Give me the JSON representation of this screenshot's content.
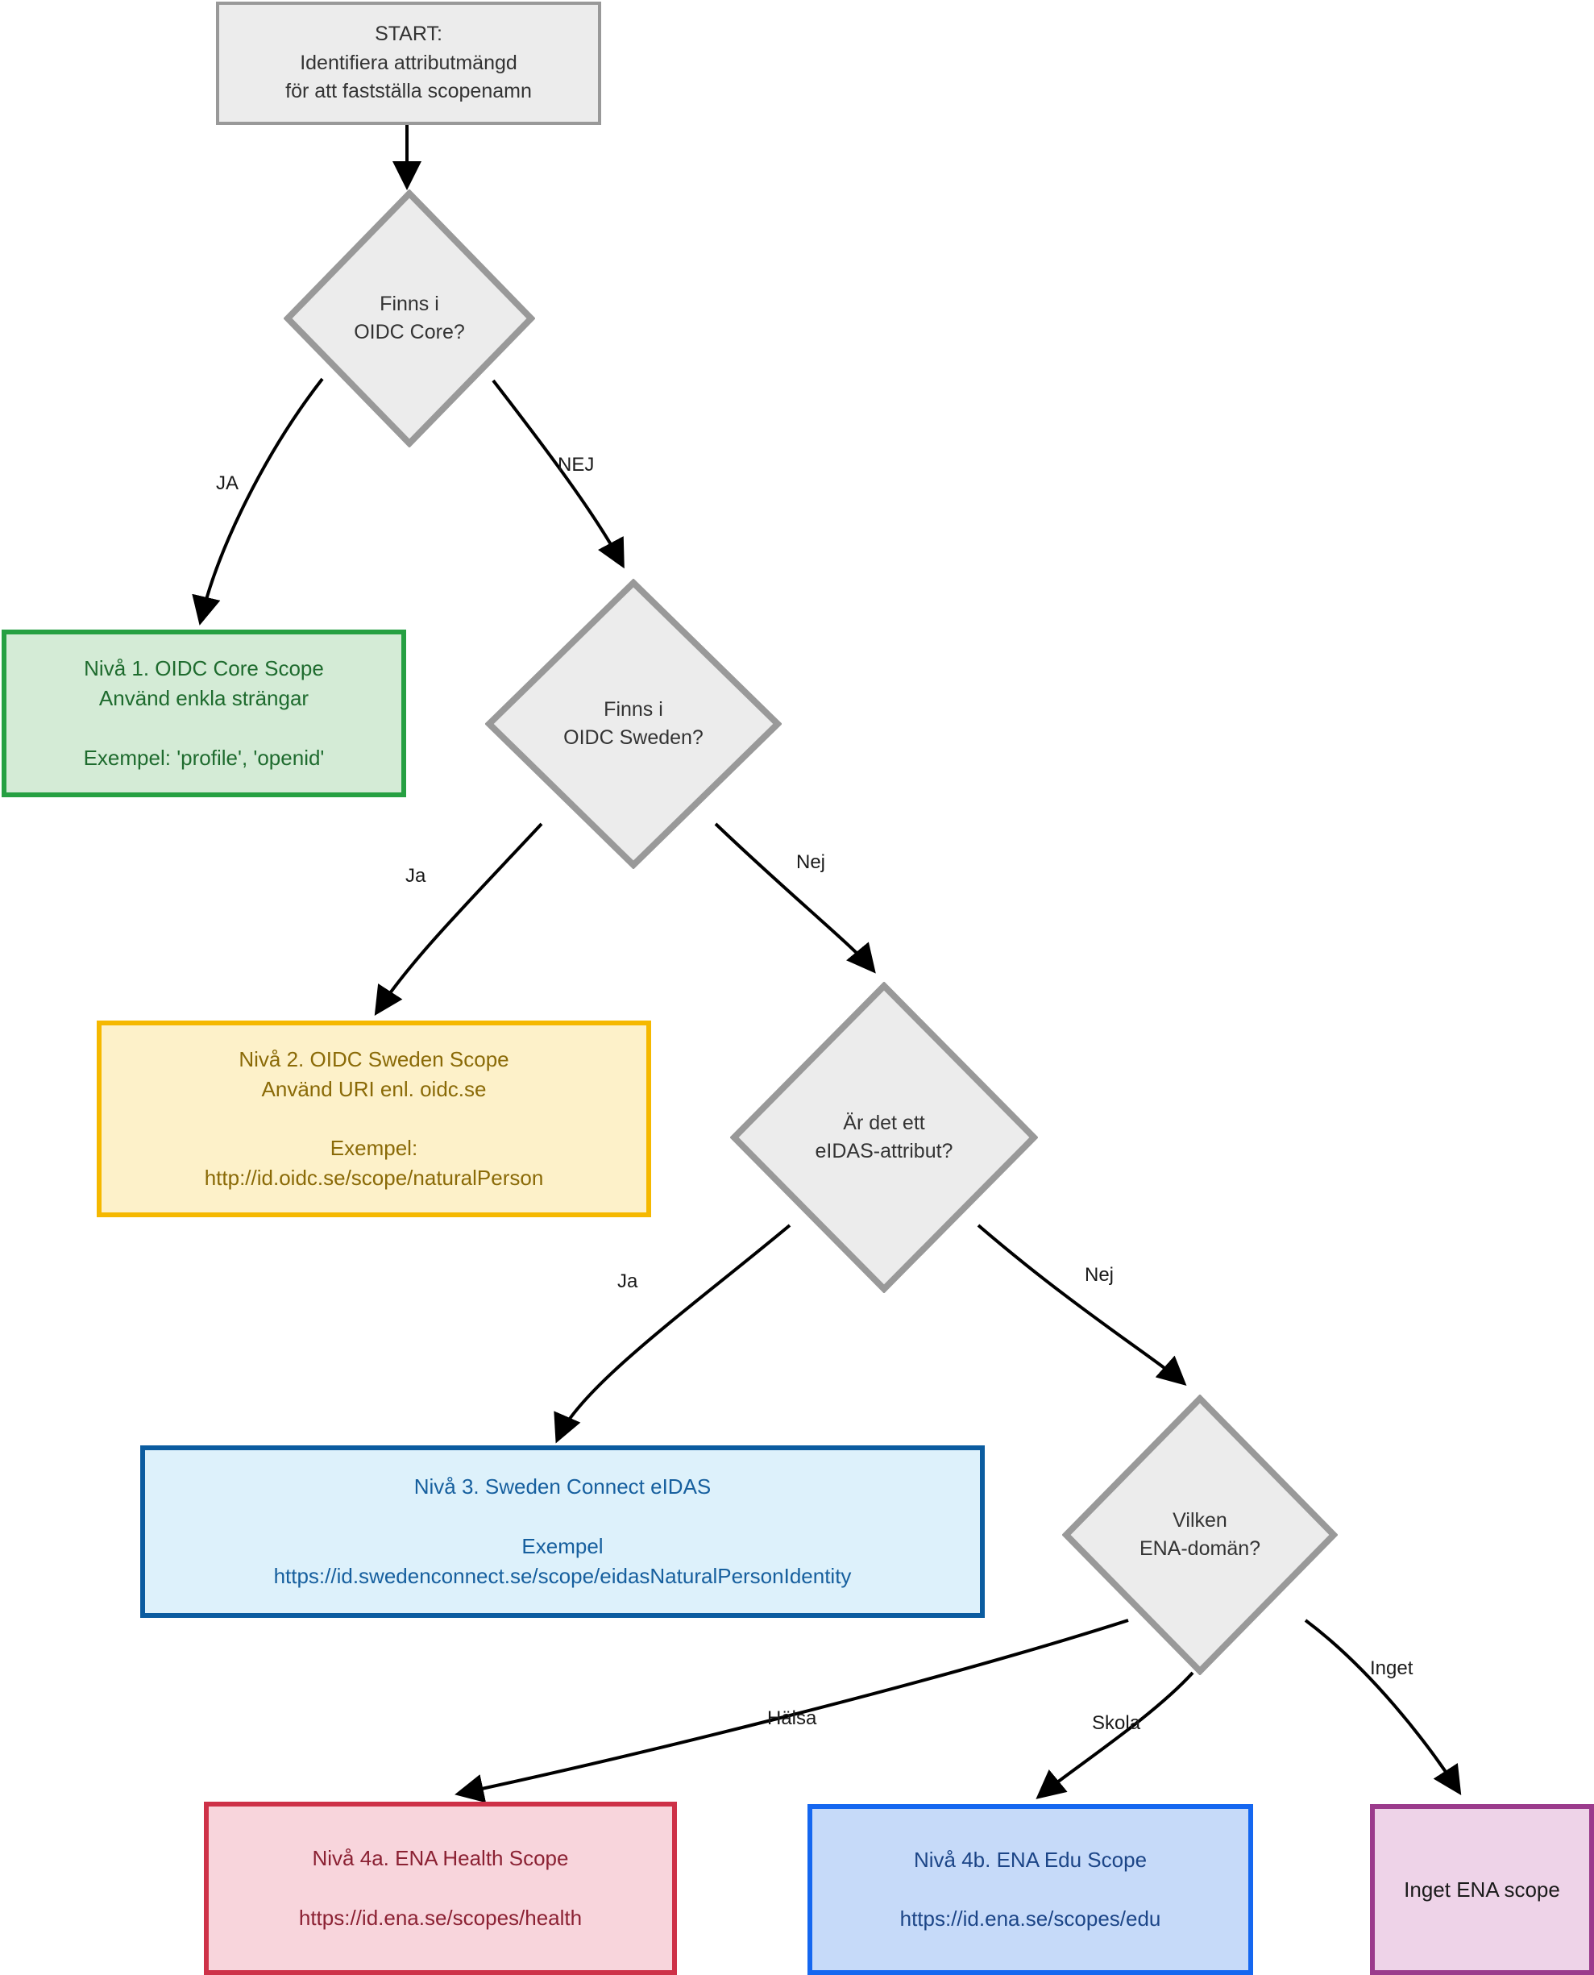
{
  "diagram": {
    "title": "Beslutstrad for val av scopenamn",
    "type": "flowchart",
    "background": "#ffffff",
    "palette": {
      "neutral_fill": "#ececec",
      "neutral_border": "#999999",
      "green_fill": "#d4ebd6",
      "green_border": "#26a042",
      "green_text": "#1e6b2e",
      "yellow_fill": "#fdf1c9",
      "yellow_border": "#f5b800",
      "yellow_text": "#8a6a07",
      "blue_fill": "#ddf1fb",
      "blue_border": "#0b5ca0",
      "blue_text": "#165f9e",
      "red_fill": "#f8d5dc",
      "red_border": "#ce3148",
      "red_text": "#8b2133",
      "blue4b_fill": "#c6daf9",
      "blue4b_border": "#1567f0",
      "blue4b_text": "#1c4587",
      "purple_fill": "#eed3e8",
      "purple_border": "#9b3b8c",
      "purple_text": "#1a1a1a",
      "edge_stroke": "#000000"
    }
  },
  "nodes": {
    "start": {
      "text": "START:\nIdentifiera attributmängd\nför att fastställa scopenamn",
      "shape": "rectangle"
    },
    "d1": {
      "text": "Finns i\nOIDC Core?",
      "shape": "diamond"
    },
    "d2": {
      "text": "Finns i\nOIDC Sweden?",
      "shape": "diamond"
    },
    "d3": {
      "text": "Är det ett\neIDAS-attribut?",
      "shape": "diamond"
    },
    "d4": {
      "text": "Vilken\nENA-domän?",
      "shape": "diamond"
    },
    "level1": {
      "text": "Nivå 1. OIDC Core Scope\nAnvänd enkla strängar\n\nExempel: 'profile', 'openid'",
      "shape": "rectangle"
    },
    "level2": {
      "text": "Nivå 2. OIDC Sweden Scope\nAnvänd URI enl. oidc.se\n\nExempel:\nhttp://id.oidc.se/scope/naturalPerson",
      "shape": "rectangle"
    },
    "level3": {
      "text": "Nivå 3. Sweden Connect eIDAS\n\nExempel\nhttps://id.swedenconnect.se/scope/eidasNaturalPersonIdentity",
      "shape": "rectangle"
    },
    "level4a": {
      "text": "Nivå 4a. ENA Health Scope\n\nhttps://id.ena.se/scopes/health",
      "shape": "rectangle"
    },
    "level4b": {
      "text": "Nivå 4b. ENA Edu Scope\n\nhttps://id.ena.se/scopes/edu",
      "shape": "rectangle"
    },
    "noscope": {
      "text": "Inget ENA scope",
      "shape": "rectangle"
    }
  },
  "edge_labels": {
    "d1_yes": "JA",
    "d1_no": "NEJ",
    "d2_yes": "Ja",
    "d2_no": "Nej",
    "d3_yes": "Ja",
    "d3_no": "Nej",
    "d4_health": "Hälsa",
    "d4_school": "Skola",
    "d4_none": "Inget"
  },
  "edges": [
    {
      "from": "start",
      "to": "d1",
      "label": ""
    },
    {
      "from": "d1",
      "to": "level1",
      "label": "JA"
    },
    {
      "from": "d1",
      "to": "d2",
      "label": "NEJ"
    },
    {
      "from": "d2",
      "to": "level2",
      "label": "Ja"
    },
    {
      "from": "d2",
      "to": "d3",
      "label": "Nej"
    },
    {
      "from": "d3",
      "to": "level3",
      "label": "Ja"
    },
    {
      "from": "d3",
      "to": "d4",
      "label": "Nej"
    },
    {
      "from": "d4",
      "to": "level4a",
      "label": "Hälsa"
    },
    {
      "from": "d4",
      "to": "level4b",
      "label": "Skola"
    },
    {
      "from": "d4",
      "to": "noscope",
      "label": "Inget"
    }
  ]
}
